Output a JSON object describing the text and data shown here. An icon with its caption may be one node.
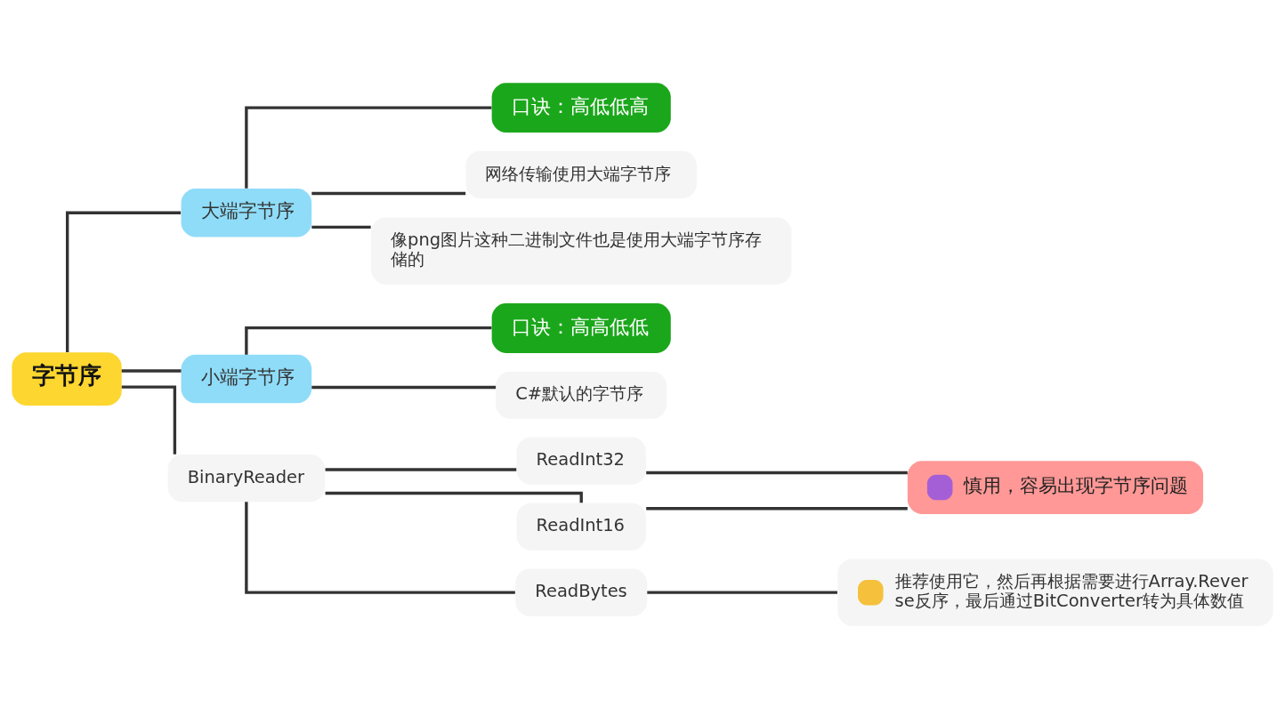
{
  "diagram": {
    "nodes": [
      {
        "text": [
          "字节序"
        ]
      },
      {
        "text": [
          "大端字节序"
        ]
      },
      {
        "text": [
          "口诀：高低低高"
        ]
      },
      {
        "text": [
          "网络传输使用大端字节序"
        ]
      },
      {
        "text": [
          "像png图片这种二进制文件也是使用大端字节序存储的"
        ]
      },
      {
        "text": [
          "小端字节序"
        ]
      },
      {
        "text": [
          "口诀：高高低低"
        ]
      },
      {
        "text": [
          "C#默认的字节序"
        ]
      },
      {
        "text": [
          "BinaryReader"
        ]
      },
      {
        "text": [
          "ReadInt32"
        ]
      },
      {
        "text": [
          "ReadInt16"
        ]
      },
      {
        "text": [
          "ReadBytes"
        ]
      },
      {
        "text": [
          "慎用，容易出现字节序问题"
        ]
      },
      {
        "text": [
          "推荐使用它，然后再根据需要进行Array.Reverse反序，最后通过BitConverter转为具体数值"
        ]
      }
    ],
    "edges": [
      {
        "from": 0,
        "to": 1,
        "arrow": "none"
      },
      {
        "from": 0,
        "to": 5,
        "arrow": "none"
      },
      {
        "from": 0,
        "to": 8,
        "arrow": "none"
      },
      {
        "from": 1,
        "to": 2,
        "arrow": "none"
      },
      {
        "from": 1,
        "to": 3,
        "arrow": "none"
      },
      {
        "from": 1,
        "to": 4,
        "arrow": "none"
      },
      {
        "from": 5,
        "to": 6,
        "arrow": "none"
      },
      {
        "from": 5,
        "to": 7,
        "arrow": "none"
      },
      {
        "from": 8,
        "to": 9,
        "arrow": "none"
      },
      {
        "from": 8,
        "to": 10,
        "arrow": "none"
      },
      {
        "from": 8,
        "to": 11,
        "arrow": "none"
      },
      {
        "from": 9,
        "to": 12,
        "arrow": "none"
      },
      {
        "from": 10,
        "to": 12,
        "arrow": "none"
      },
      {
        "from": 11,
        "to": 13,
        "arrow": "none"
      }
    ]
  }
}
